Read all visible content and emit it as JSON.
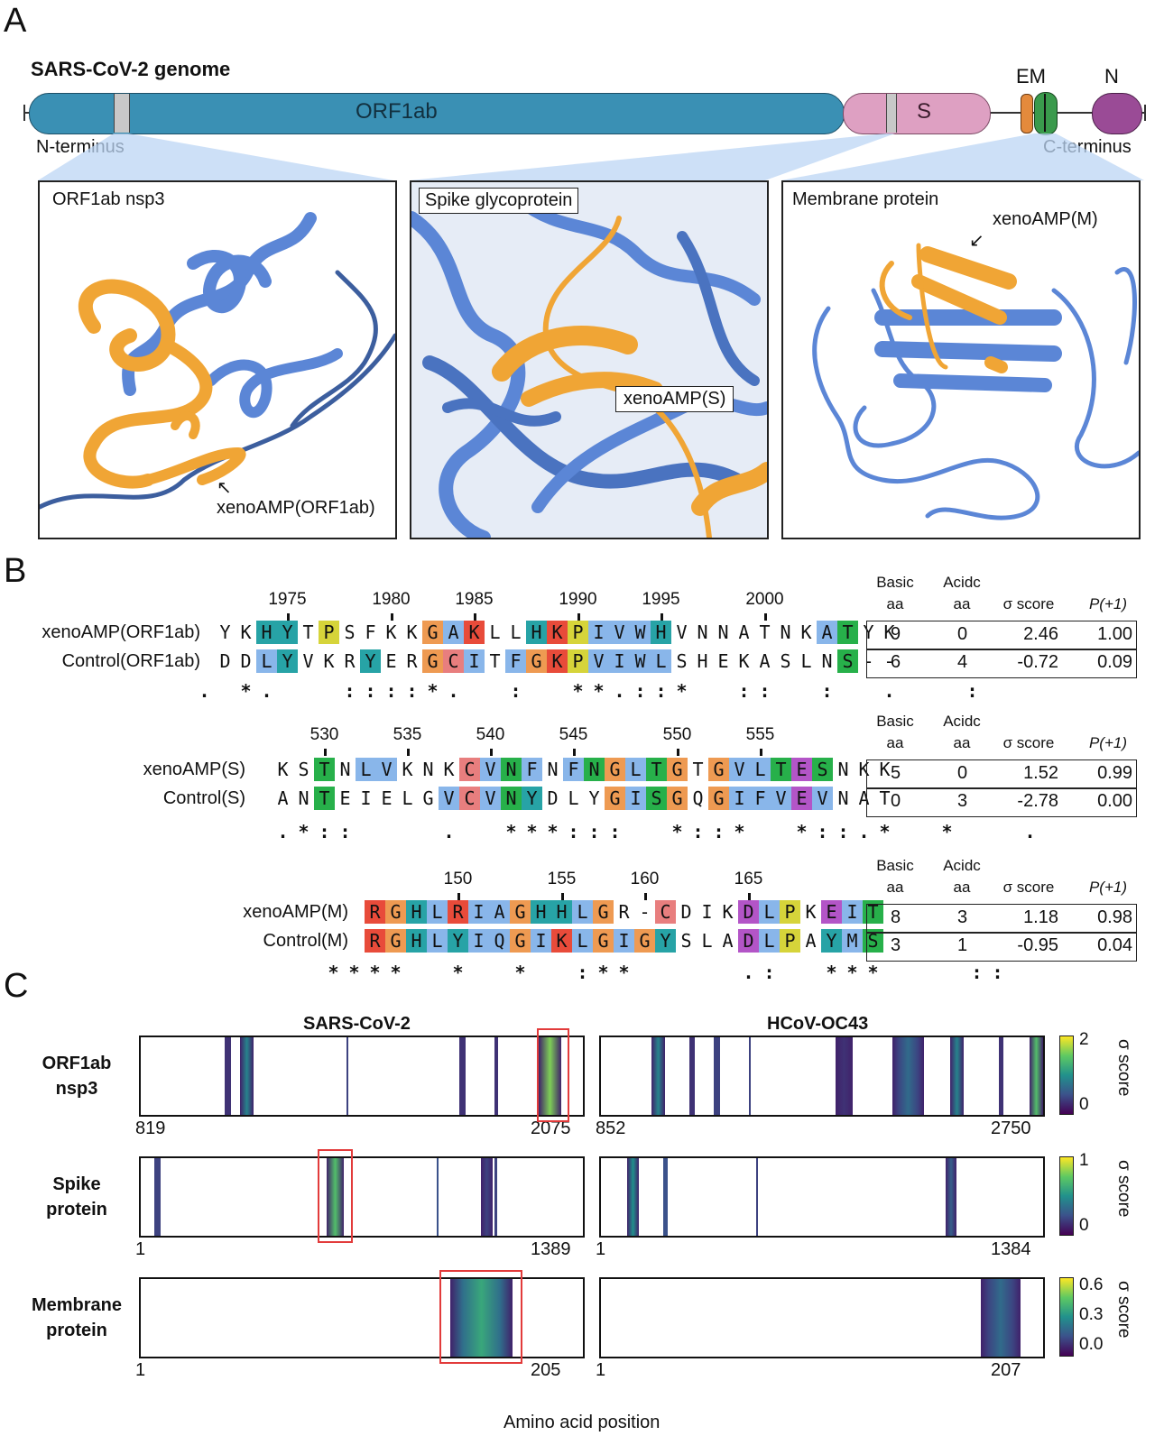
{
  "panelA": {
    "letter": "A",
    "genome_title": "SARS-CoV-2 genome",
    "orf1ab_label": "ORF1ab",
    "s_label": "S",
    "em_label": "EM",
    "n_label": "N",
    "n_terminus": "N-terminus",
    "c_terminus": "C-terminus",
    "structures": [
      {
        "title": "ORF1ab nsp3",
        "tag": "xenoAMP(ORF1ab)"
      },
      {
        "title": "Spike glycoprotein",
        "tag": "xenoAMP(S)"
      },
      {
        "title": "Membrane protein",
        "tag": "xenoAMP(M)"
      }
    ],
    "colors": {
      "orf1ab": "#3a90b4",
      "spike": "#dea0c2",
      "e": "#e48a3c",
      "m": "#3a9a4c",
      "n": "#9a4b96",
      "protein": "#5b86d6",
      "xenoamp": "#f0a535"
    }
  },
  "panelB": {
    "letter": "B",
    "stat_headers": [
      "Basic\naa",
      "Acidc\naa",
      "σ score",
      "P(+1)"
    ],
    "blocks": [
      {
        "numbers": [
          "1975",
          "1980",
          "1985",
          "1990",
          "1995",
          "2000"
        ],
        "rows": [
          {
            "label": "xenoAMP(ORF1ab)",
            "seq": "YKHYTPSFKKGAKLLHKPIVWHVNNATNKATYK",
            "stats": [
              "9",
              "0",
              "2.46",
              "1.00"
            ]
          },
          {
            "label": "Control(ORF1ab)",
            "seq": "DDLYVKRYERGCITFGKPVIWLSHEKASLNS--",
            "stats": [
              "6",
              "4",
              "-0.72",
              "0.09"
            ]
          }
        ],
        "consensus": " . *.   ::::*.  :  **.::*  ::  :  .   :"
      },
      {
        "numbers": [
          "530",
          "535",
          "540",
          "545",
          "550",
          "555"
        ],
        "rows": [
          {
            "label": "xenoAMP(S)",
            "seq": "KSTNLVKNKCVNFNFNGLTGTGVLTESNKK",
            "stats": [
              "5",
              "0",
              "1.52",
              "0.99"
            ]
          },
          {
            "label": "Control(S)",
            "seq": "ANTEIELGVCVNYDLYGISGQGIFVEVNAT",
            "stats": [
              "0",
              "3",
              "-2.78",
              "0.00"
            ]
          }
        ],
        "consensus": "  .*::    .  ***:::  *::*  *::.*  *   ."
      },
      {
        "numbers": [
          "150",
          "155",
          "160",
          "165"
        ],
        "rows": [
          {
            "label": "xenoAMP(M)",
            "seq": "RGHLRIAGHHLGR-CDIKDLPKEIT",
            "stats": [
              "8",
              "3",
              "1.18",
              "0.98"
            ]
          },
          {
            "label": "Control(M)",
            "seq": "RGHLYIQGIKLGIGYSLADLPAYMS",
            "stats": [
              "3",
              "1",
              "-0.95",
              "0.04"
            ]
          }
        ],
        "consensus": "****  *  *  :**     .:  ***    ::"
      }
    ]
  },
  "panelC": {
    "letter": "C",
    "columns": [
      "SARS-CoV-2",
      "HCoV-OC43"
    ],
    "rows": [
      {
        "label": "ORF1ab\nnsp3",
        "left_range": [
          "819",
          "2075"
        ],
        "right_range": [
          "852",
          "2750"
        ],
        "cbar_ticks": [
          "2",
          "0"
        ],
        "cbar_label": "σ score"
      },
      {
        "label": "Spike\nprotein",
        "left_range": [
          "1",
          "1389"
        ],
        "right_range": [
          "1",
          "1384"
        ],
        "cbar_ticks": [
          "1",
          "0"
        ],
        "cbar_label": "σ score"
      },
      {
        "label": "Membrane\nprotein",
        "left_range": [
          "1",
          "205"
        ],
        "right_range": [
          "1",
          "207"
        ],
        "cbar_ticks": [
          "0.6",
          "0.3",
          "0.0"
        ],
        "cbar_label": "σ score"
      }
    ],
    "xlabel": "Amino acid position"
  }
}
